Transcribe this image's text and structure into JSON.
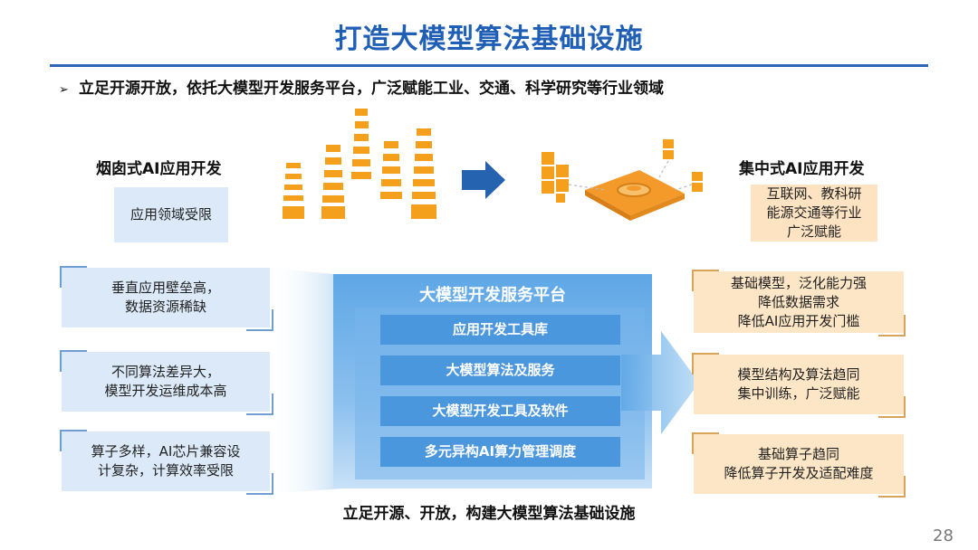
{
  "title": "打造大模型算法基础设施",
  "bullet": "立足开源开放，依托大模型开发服务平台，广泛赋能工业、交通、科学研究等行业领域",
  "bullet_marker": "➢",
  "left_section": {
    "label": "烟囱式AI应用开发",
    "tag": "应用领域受限"
  },
  "right_section": {
    "label": "集中式AI应用开发",
    "tag_lines": [
      "互联网、教科研",
      "能源交通等行业",
      "广泛赋能"
    ]
  },
  "left_boxes": [
    {
      "lines": [
        "垂直应用壁垒高，",
        "数据资源稀缺"
      ]
    },
    {
      "lines": [
        "不同算法差异大，",
        "模型开发运维成本高"
      ]
    },
    {
      "lines": [
        "算子多样，AI芯片兼容设",
        "计复杂，计算效率受限"
      ]
    }
  ],
  "platform": {
    "title": "大模型开发服务平台",
    "layers": [
      "应用开发工具库",
      "大模型算法及服务",
      "大模型开发工具及软件",
      "多元异构AI算力管理调度"
    ]
  },
  "right_boxes": [
    {
      "lines": [
        "基础模型，泛化能力强",
        "降低数据需求",
        "降低AI应用开发门槛"
      ]
    },
    {
      "lines": [
        "模型结构及算法趋同",
        "集中训练，广泛赋能"
      ]
    },
    {
      "lines": [
        "基础算子趋同",
        "降低算子开发及适配难度"
      ]
    }
  ],
  "footer": "立足开源、开放，构建大模型算法基础设施",
  "page_number": "28",
  "colors": {
    "title_blue": "#1f5fb5",
    "rule_blue": "#2e67b8",
    "orange": "#f5a623",
    "light_blue": "#dbe9f8",
    "light_orange": "#fde3c2",
    "platform_blue": "#4b97dd"
  },
  "icons": [
    "chimney-stacks-icon",
    "right-arrow-icon",
    "central-platform-icon"
  ]
}
